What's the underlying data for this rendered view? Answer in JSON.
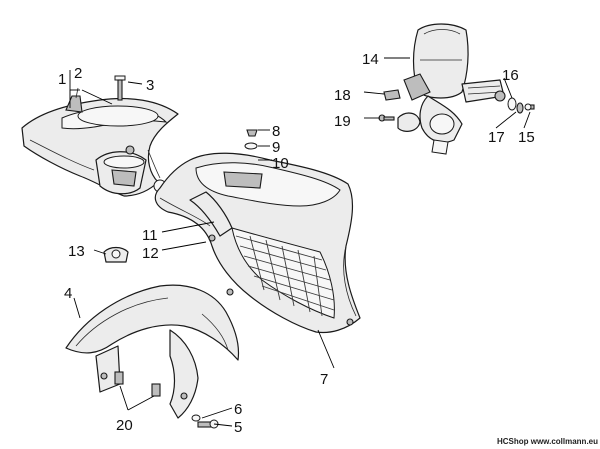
{
  "callouts": {
    "c1": "1",
    "c2": "2",
    "c3": "3",
    "c4": "4",
    "c5": "5",
    "c6": "6",
    "c7": "7",
    "c8": "8",
    "c9": "9",
    "c10": "10",
    "c11": "11",
    "c12": "12",
    "c13": "13",
    "c14": "14",
    "c15": "15",
    "c16": "16",
    "c17": "17",
    "c18": "18",
    "c19": "19",
    "c20": "20"
  },
  "watermark": {
    "text": "HCShop www.collmann.eu"
  }
}
